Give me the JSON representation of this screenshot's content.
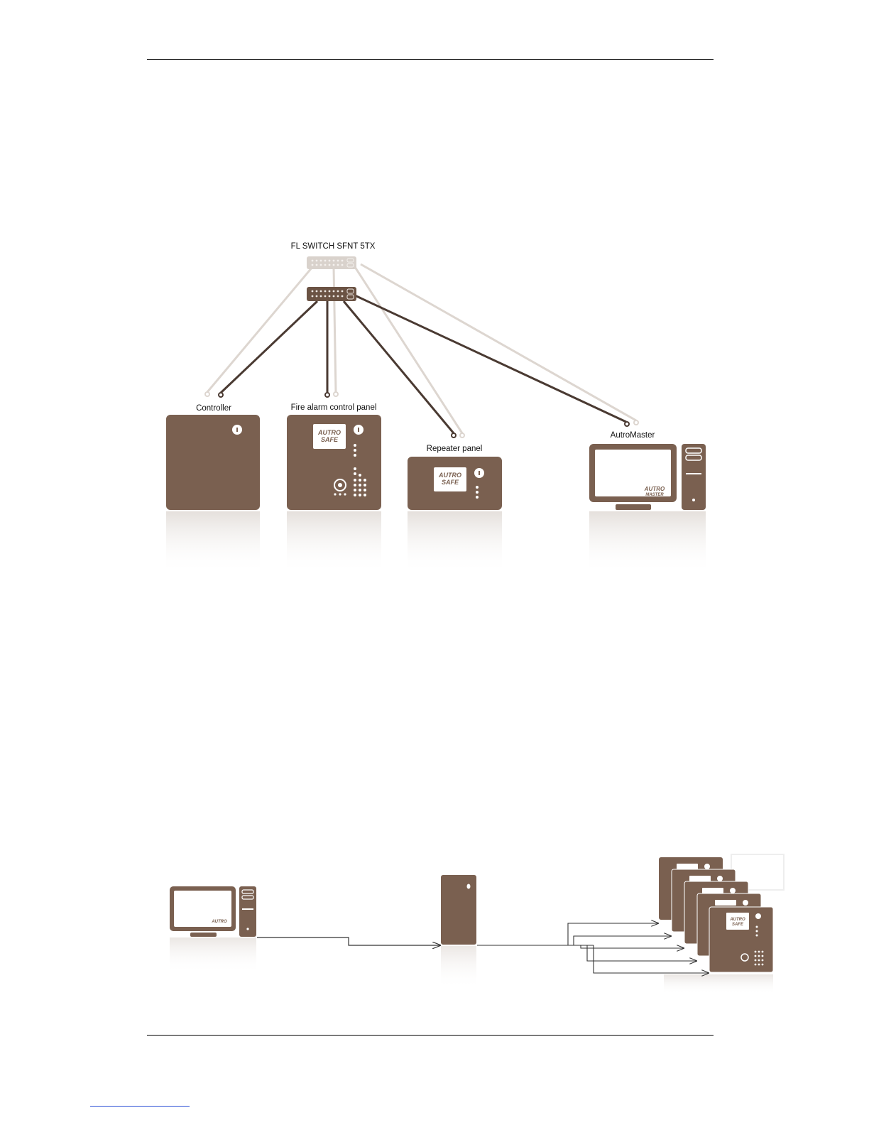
{
  "diagram1": {
    "switch_label": "FL SWITCH SFNT 5TX",
    "nodes": [
      {
        "id": "controller",
        "label": "Controller"
      },
      {
        "id": "fire-alarm-control-panel",
        "label": "Fire alarm control panel"
      },
      {
        "id": "repeater-panel",
        "label": "Repeater panel"
      },
      {
        "id": "autromaster",
        "label": "AutroMaster"
      }
    ],
    "panel_logo": [
      "AUTRO",
      "SAFE"
    ],
    "monitor_logo": [
      "AUTRO",
      "MASTER"
    ]
  },
  "colors": {
    "device": "#7a6050",
    "line_dark": "#4a3a32",
    "line_faint": "#d8d2cc"
  }
}
